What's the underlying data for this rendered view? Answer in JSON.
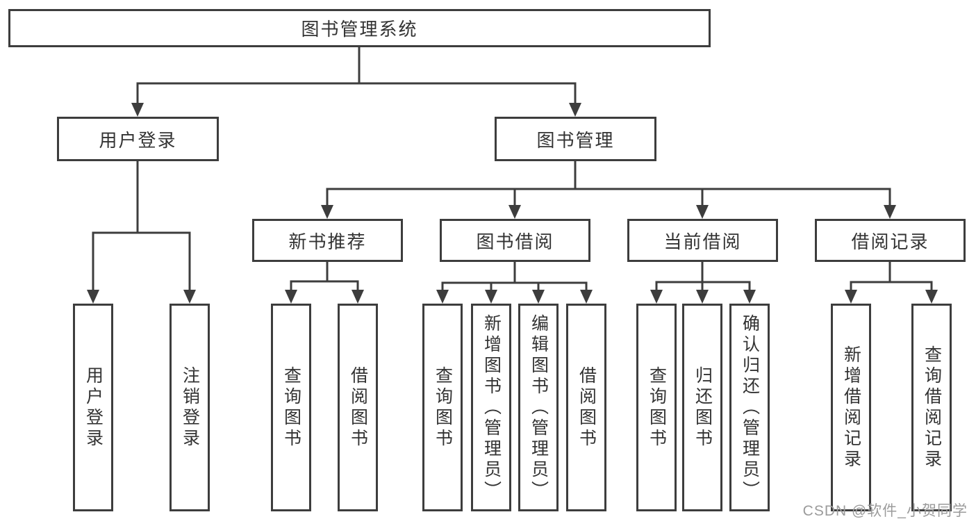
{
  "root": {
    "label": "图书管理系统"
  },
  "branches": {
    "user_login": {
      "label": "用户登录"
    },
    "book_mgmt": {
      "label": "图书管理"
    }
  },
  "modules": {
    "new_books": {
      "label": "新书推荐"
    },
    "book_borrow": {
      "label": "图书借阅"
    },
    "current_borrow": {
      "label": "当前借阅"
    },
    "borrow_records": {
      "label": "借阅记录"
    }
  },
  "leaves": {
    "user_login": [
      "用户登录",
      "注销登录"
    ],
    "new_books": [
      "查询图书",
      "借阅图书"
    ],
    "book_borrow": [
      "查询图书",
      "新增图书（管理员）",
      "编辑图书（管理员）",
      "借阅图书"
    ],
    "current_borrow": [
      "查询图书",
      "归还图书",
      "确认归还（管理员）"
    ],
    "borrow_records": [
      "新增借阅记录",
      "查询借阅记录"
    ]
  },
  "watermark": "CSDN @软件_小贺同学",
  "colors": {
    "line": "#3d3d3d",
    "text": "#333333",
    "watermark": "#9b9b9b",
    "background": "#ffffff"
  }
}
